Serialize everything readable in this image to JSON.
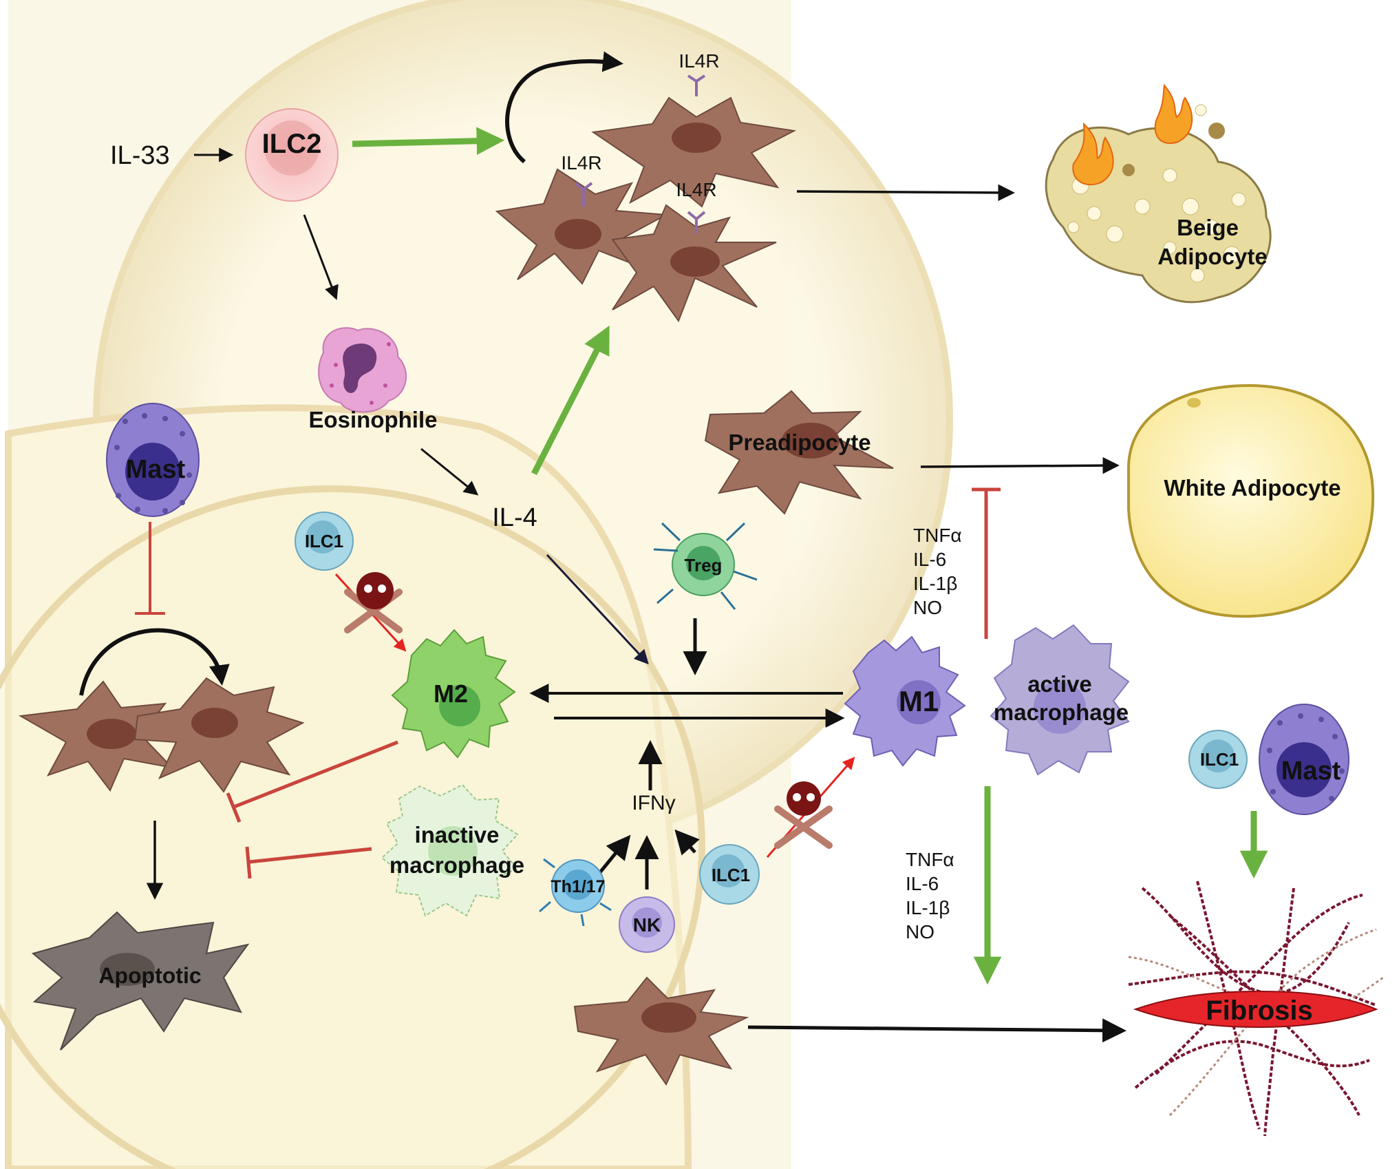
{
  "labels": {
    "il33": "IL-33",
    "ilc2": "ILC2",
    "il4r_a": "IL4R",
    "il4r_b": "IL4R",
    "il4r_c": "IL4R",
    "beige_line1": "Beige",
    "beige_line2": "Adipocyte",
    "eosinophile": "Eosinophile",
    "il4": "IL-4",
    "mast_left": "Mast",
    "ilc1_top": "ILC1",
    "preadipocyte": "Preadipocyte",
    "white_adipocyte": "White Adipocyte",
    "treg": "Treg",
    "m2": "M2",
    "m1": "M1",
    "active_line1": "active",
    "active_line2": "macrophage",
    "inactive_line1": "inactive",
    "inactive_line2": "macrophage",
    "ifng": "IFNγ",
    "th117": "Th1/17",
    "nk": "NK",
    "ilc1_bottom": "ILC1",
    "ilc1_right": "ILC1",
    "mast_right": "Mast",
    "apoptotic": "Apoptotic",
    "fibrosis": "Fibrosis",
    "cytokines_upper": [
      "TNFα",
      "IL-6",
      "IL-1β",
      "NO"
    ],
    "cytokines_lower": [
      "TNFα",
      "IL-6",
      "IL-1β",
      "NO"
    ]
  },
  "colors": {
    "stimulate_green": "#6ab23f",
    "inhibit_red": "#c9453c",
    "kill_red": "#e52420",
    "fibroblast_brown": "#a0705f",
    "nucleus_brown": "#7a4235",
    "apoptotic_grey": "#7b7470",
    "ilc2_pink": "#f6c8c8",
    "ilc1_blue": "#a9d8e6",
    "mast_purple": "#7a6cc4",
    "m2_green": "#8fd26a",
    "m1_purple": "#a598dc",
    "beige_fill": "#e8dca0",
    "white_adipo_fill": "#fdf0a8",
    "fibrosis_red": "#c8102e",
    "background_cell": "#fbf6de"
  },
  "icons": [
    "skull-crossbones-icon",
    "fire-icon",
    "il4-receptor-icon",
    "antibody-icon"
  ]
}
